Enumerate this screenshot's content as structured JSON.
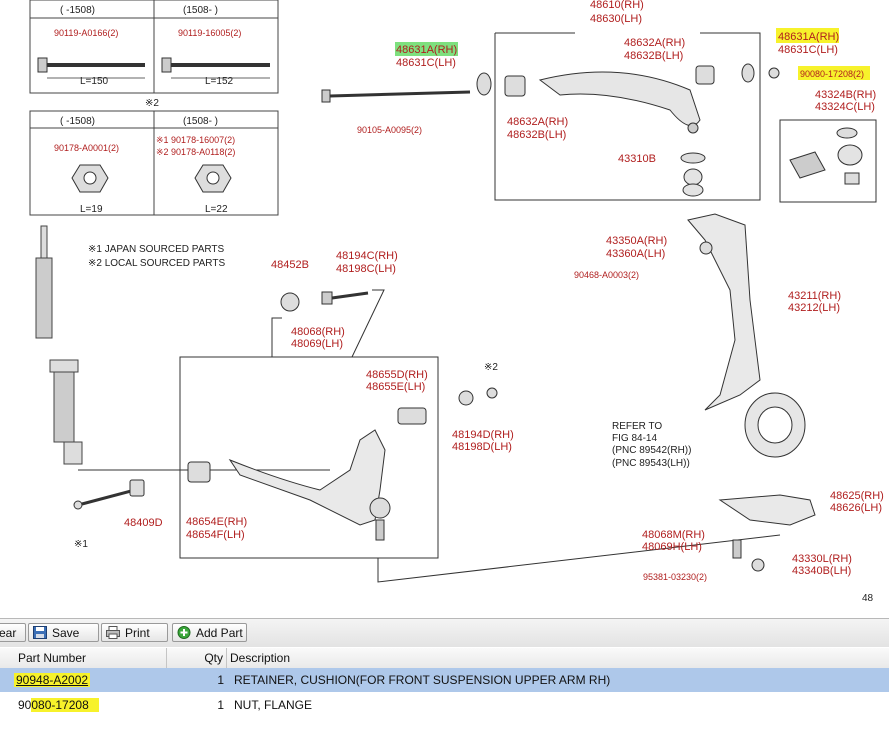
{
  "diagram": {
    "tables": {
      "top_left": {
        "col1": "(      -1508)",
        "col2": "(1508-      )",
        "part1": "90119-A0166(2)",
        "part2": "90119-16005(2)",
        "len1": "L=150",
        "len2": "L=152"
      },
      "note2": "※2",
      "bottom_left": {
        "col1": "(      -1508)",
        "col2": "(1508-      )",
        "part1": "90178-A0001(2)",
        "part2a": "※1  90178-16007(2)",
        "part2b": "※2  90178-A0118(2)",
        "len1": "L=19",
        "len2": "L=22"
      }
    },
    "legend": {
      "line1": "※1 JAPAN SOURCED PARTS",
      "line2": "※2 LOCAL SOURCED PARTS"
    },
    "labels": {
      "upper_arm_rh": "48610(RH)",
      "upper_arm_lh": "48630(LH)",
      "cushion_left_rh": "48631A(RH)",
      "cushion_left_lh": "48631C(LH)",
      "cushion_right_rh": "48631A(RH)",
      "cushion_right_lh": "48631C(LH)",
      "nut_flange": "90080-17208(2)",
      "bolt_upper": "90105-A0095(2)",
      "bushing_upper_rh_1": "48632A(RH)",
      "bushing_upper_lh_1": "48632B(LH)",
      "bushing_upper_rh_2": "48632A(RH)",
      "bushing_upper_lh_2": "48632B(LH)",
      "ball_joint": "43310B",
      "boot_rh": "43324B(RH)",
      "boot_lh": "43324C(LH)",
      "knuckle_rh": "43211(RH)",
      "knuckle_lh": "43212(LH)",
      "dust_rh": "43350A(RH)",
      "dust_lh": "43360A(LH)",
      "pin_knuckle": "90468-A0003(2)",
      "cam": "48452B",
      "bolt_lower_rh": "48194C(RH)",
      "bolt_lower_lh": "48198C(LH)",
      "lower_arm_rh": "48068(RH)",
      "lower_arm_lh": "48069(LH)",
      "bushing_lower_rh": "48655D(RH)",
      "bushing_lower_lh": "48655E(LH)",
      "note2_small": "※2",
      "cam_rh": "48194D(RH)",
      "cam_lh": "48198D(LH)",
      "refer_line1": "REFER TO",
      "refer_line2": "FIG 84-14",
      "refer_line3": "(PNC 89542(RH))",
      "refer_line4": "(PNC 89543(LH))",
      "bush_front_rh": "48654E(RH)",
      "bush_front_lh": "48654F(LH)",
      "stab": "48409D",
      "note1_small": "※1",
      "steering_rh": "48625(RH)",
      "steering_lh": "48626(LH)",
      "bracket_rh": "48068M(RH)",
      "bracket_lh": "48069H(LH)",
      "nut_rh": "43330L(RH)",
      "nut_lh": "43340B(LH)",
      "cotter": "95381-03230(2)",
      "corner": "48"
    }
  },
  "toolbar": {
    "clear_label": "ear",
    "save_label": "Save",
    "print_label": "Print",
    "add_part_label": "Add Part"
  },
  "grid": {
    "headers": {
      "part_number": "Part Number",
      "qty": "Qty",
      "description": "Description"
    },
    "rows": [
      {
        "part_number": "90948-A2002",
        "qty": "1",
        "description": "RETAINER, CUSHION(FOR FRONT SUSPENSION UPPER ARM RH)"
      },
      {
        "part_number_prefix": "90",
        "part_number_rest": "080-17208",
        "qty": "1",
        "description": "NUT, FLANGE"
      }
    ]
  },
  "colors": {
    "highlight_yellow": "#f7f22b",
    "highlight_green": "#7ee07e",
    "selected_row": "#aec8ea",
    "label_red": "#b01e1e"
  }
}
